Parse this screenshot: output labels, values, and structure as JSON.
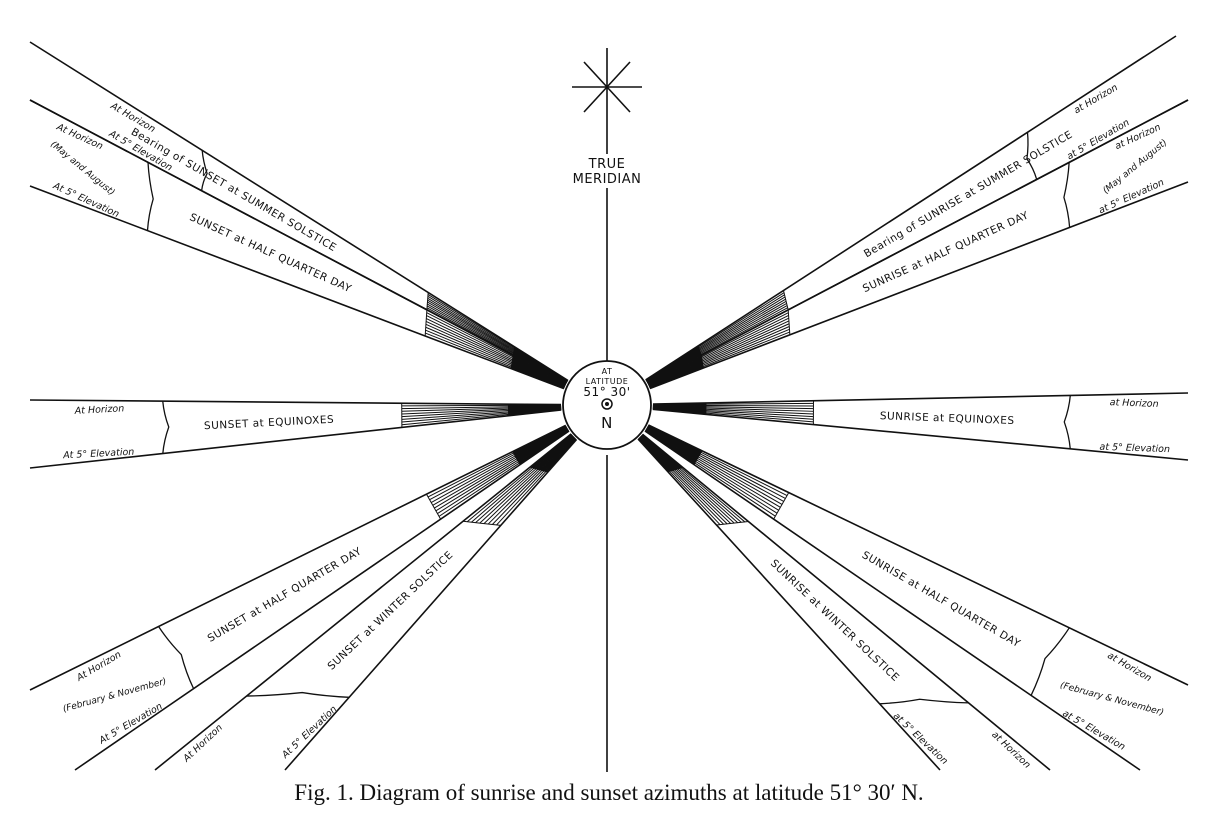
{
  "meridian": {
    "label_line1": "TRUE",
    "label_line2": "MERIDIAN"
  },
  "center": {
    "line1": "AT",
    "line2": "LATITUDE",
    "line3": "51° 30'",
    "north": "N"
  },
  "bands": [
    {
      "id": "sunset-summer-solstice",
      "label": "Bearing of SUNSET at SUMMER SOLSTICE",
      "upper": "At Horizon",
      "lower": "At 5° Elevation"
    },
    {
      "id": "sunset-half-quarter-day-may-aug",
      "label": "SUNSET at HALF QUARTER DAY",
      "upper": "At Horizon",
      "middle": "(May and August)",
      "lower": "At 5° Elevation"
    },
    {
      "id": "sunset-equinoxes",
      "label": "SUNSET at EQUINOXES",
      "upper": "At Horizon",
      "lower": "At 5° Elevation"
    },
    {
      "id": "sunset-half-quarter-day-feb-nov",
      "label": "SUNSET at HALF QUARTER DAY",
      "upper": "At Horizon",
      "middle": "(February & November)",
      "lower": "At 5° Elevation"
    },
    {
      "id": "sunset-winter-solstice",
      "label": "SUNSET at WINTER SOLSTICE",
      "upper": "At Horizon",
      "lower": "At 5° Elevation"
    },
    {
      "id": "sunrise-summer-solstice",
      "label": "Bearing of SUNRISE at SUMMER SOLSTICE",
      "upper": "at Horizon",
      "lower": "at 5° Elevation"
    },
    {
      "id": "sunrise-half-quarter-day-may-aug",
      "label": "SUNRISE at HALF QUARTER DAY",
      "upper": "at Horizon",
      "middle": "(May and August)",
      "lower": "at 5° Elevation"
    },
    {
      "id": "sunrise-equinoxes",
      "label": "SUNRISE at EQUINOXES",
      "upper": "at Horizon",
      "lower": "at 5° Elevation"
    },
    {
      "id": "sunrise-half-quarter-day-feb-nov",
      "label": "SUNRISE at HALF QUARTER DAY",
      "upper": "at Horizon",
      "middle": "(February & November)",
      "lower": "at 5° Elevation"
    },
    {
      "id": "sunrise-winter-solstice",
      "label": "SUNRISE at WINTER SOLSTICE",
      "upper": "at Horizon",
      "lower": "at 5° Elevation"
    }
  ],
  "caption": "Fig. 1.   Diagram of sunrise and sunset azimuths at latitude 51° 30′ N."
}
